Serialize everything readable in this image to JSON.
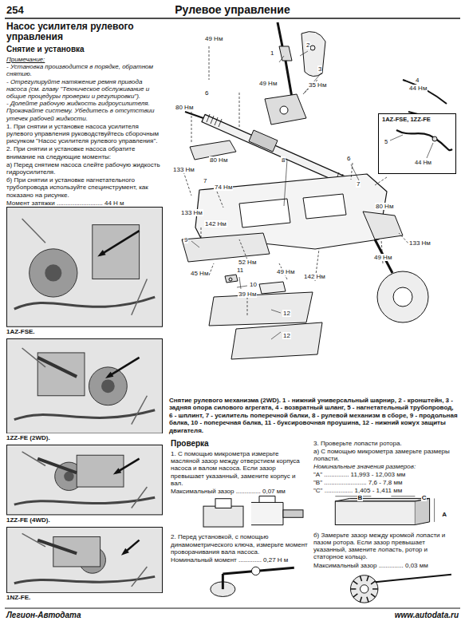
{
  "diagram": {
    "title": "Рулевое управление",
    "caption": "Снятие рулевого механизма (2WD). 1 - нижний универсальный шарнир, 2 - кронштейн, 3 - задняя опора силового агрегата, 4 - возвратный шланг, 5 - нагнетательный трубопровод, 6 - шплинт, 7 - усилитель поперечной балки, 8 - рулевой механизм в сборе, 9 - продольная балка, 10 - поперечная балка, 11 - буксировочная проушина, 12 - нижний кожух защиты двигателя.",
    "nodes": [
      {
        "text": [
          "1AZ-FSE, 1ZZ-FE",
          "5",
          "44 Нм"
        ]
      }
    ],
    "labels": [
      "254",
      "Насос усилителя рулевого управления",
      "Снятие и установка",
      "Примечание:",
      "- Установка производится в порядке, обратном снятию.",
      "- Отрегулируйте натяжение ремня привода насоса (см. главу \"Техническое обслуживание и общие процедуры проверки и регулировки\").",
      "- Долейте рабочую жидкость гидроусилителя. Прокачайте систему. Убедитесь в отсутствии утечек рабочей жидкости.",
      "1. При снятии и установке насоса усилителя рулевого управления руководствуйтесь сборочным рисунком \"Насос усилителя рулевого управления\".",
      "2. При снятии и установке насоса обратите внимание на следующие моменты:",
      "а) Перед снятием насоса слейте рабочую жидкость гидроусилителя.",
      "б) При снятии и установке нагнетательного трубопровода используйте специнструмент, как показано на рисунке.",
      "Момент затяжки .......................... 44 Н м",
      "1AZ-FSE.",
      "1ZZ-FE (2WD).",
      "1ZZ-FE (4WD).",
      "1NZ-FE.",
      "2",
      "3",
      "1",
      "49 Нм",
      "49 Нм",
      "35 Нм",
      "6",
      "80 Нм",
      "4",
      "44 Нм",
      "6",
      "80 Нм",
      "133 Нм",
      "7",
      "74 Нм",
      "133 Нм",
      "142 Нм",
      "9",
      "52 Нм",
      "45 Нм",
      "11",
      "10",
      "39 Нм",
      "49 Нм",
      "142 Нм",
      "12",
      "12",
      "8",
      "7",
      "80 Нм",
      "133 Нм",
      "49 Нм",
      "Проверка",
      "1. С помощью микрометра измерьте масляной зазор между отверстием корпуса насоса и валом насоса. Если зазор превышает указанный, замените корпус и вал.",
      "Максимальный зазор .............. 0,07 мм",
      "2. Перед установкой, с помощью динамометрического ключа, измерьте момент проворачивания вала насоса.",
      "Номинальный момент ............. 0,27 Н м",
      "3. Проверьте лопасти ротора.",
      "а) С помощью микрометра замерьте размеры лопасти.",
      "Номинальные значения размеров:",
      "\"A\" .............. 11,993 - 12,003 мм",
      "\"B\" ........................ 7,6 - 7,8 мм",
      "\"C\" ................ 1,405 - 1,411 мм",
      "B",
      "C",
      "A",
      "б) Замерьте зазор между кромкой лопасти и пазом ротора. Если зазор превышает указанный, замените лопасть, ротор и статорное кольцо.",
      "Максимальный зазор .............. 0,03 мм",
      "Легион-Автодата",
      "www.autodata.ru"
    ]
  }
}
